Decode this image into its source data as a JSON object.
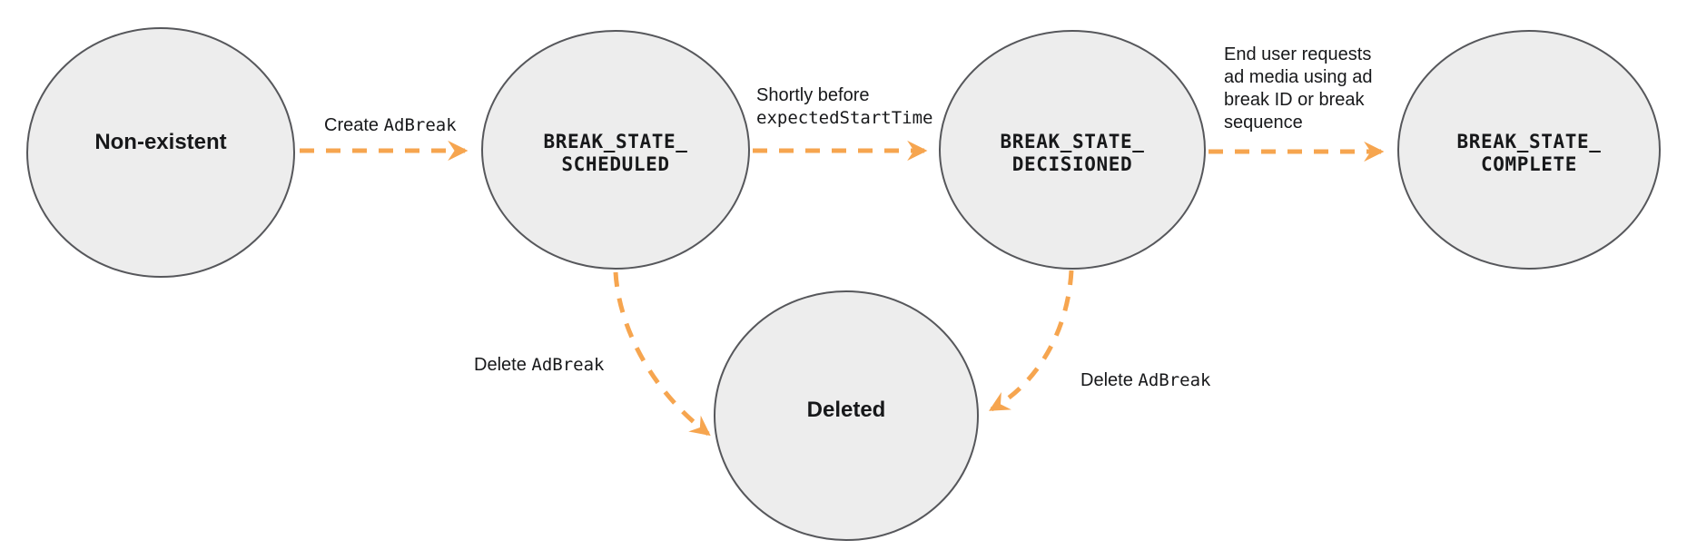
{
  "diagram": {
    "title_semantic": "Ad break state transition diagram",
    "background_color": "#ffffff",
    "node_fill_color": "#EDEDED",
    "node_stroke_color": "#56575B",
    "arrow_color": "#F6A54F",
    "text_color": "#17181A"
  },
  "nodes": {
    "non_existent": {
      "label": "Non-existent"
    },
    "scheduled": {
      "line1": "BREAK_STATE_",
      "line2": "SCHEDULED"
    },
    "decisioned": {
      "line1": "BREAK_STATE_",
      "line2": "DECISIONED"
    },
    "complete": {
      "line1": "BREAK_STATE_",
      "line2": "COMPLETE"
    },
    "deleted": {
      "label": "Deleted"
    }
  },
  "edges": {
    "create": {
      "text": "Create ",
      "code": "AdBreak"
    },
    "decision": {
      "line1": "Shortly before",
      "code_line2": "expectedStartTime"
    },
    "complete": {
      "lines": [
        "End user requests",
        "ad media using ad",
        "break ID or break",
        "sequence"
      ]
    },
    "delete_left": {
      "text": "Delete ",
      "code": "AdBreak"
    },
    "delete_right": {
      "text": "Delete ",
      "code": "AdBreak"
    }
  }
}
